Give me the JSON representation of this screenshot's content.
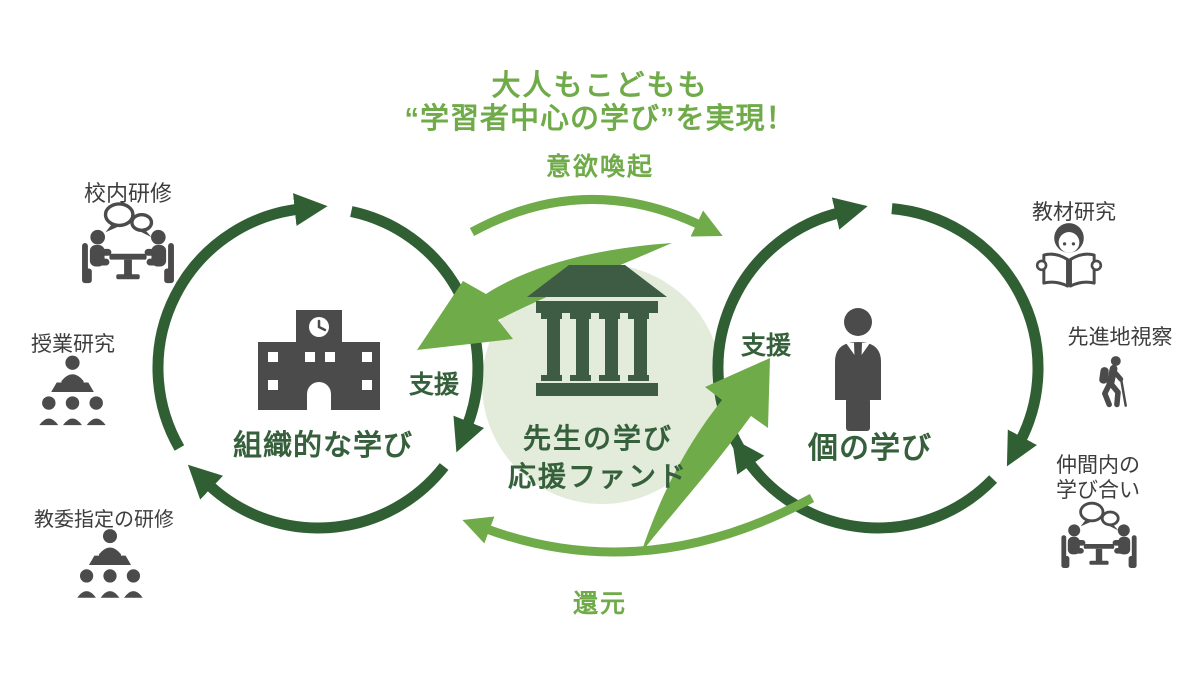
{
  "title": {
    "line1": "大人もこどもも",
    "line2": "“学習者中心の学び”を実現！"
  },
  "flow_labels": {
    "top": "意欲喚起",
    "bottom": "還元",
    "support_left": "支援",
    "support_right": "支援"
  },
  "center": {
    "line1": "先生の学び",
    "line2": "応援ファンド",
    "icon": "bank-icon"
  },
  "left_cycle": {
    "label": "組織的な学び",
    "icon": "school-building-icon"
  },
  "right_cycle": {
    "label": "個の学び",
    "icon": "businessman-icon"
  },
  "left_items": [
    {
      "label": "校内研修",
      "icon": "meeting-icon"
    },
    {
      "label": "授業研究",
      "icon": "presentation-icon"
    },
    {
      "label": "教委指定の研修",
      "icon": "presentation-icon"
    }
  ],
  "right_items": [
    {
      "label": "教材研究",
      "icon": "reading-icon"
    },
    {
      "label": "先進地視察",
      "icon": "hiker-icon"
    },
    {
      "label": "仲間内の\n学び合い",
      "icon": "meeting-icon"
    }
  ],
  "colors": {
    "light_green": "#70ab49",
    "dark_green_arc": "#315f34",
    "dark_green_text": "#35603b",
    "bank_green": "#3e5c44",
    "pale_green_circle": "#e3ecda",
    "icon_gray": "#4b4b4b",
    "label_gray": "#3d3d3d"
  }
}
